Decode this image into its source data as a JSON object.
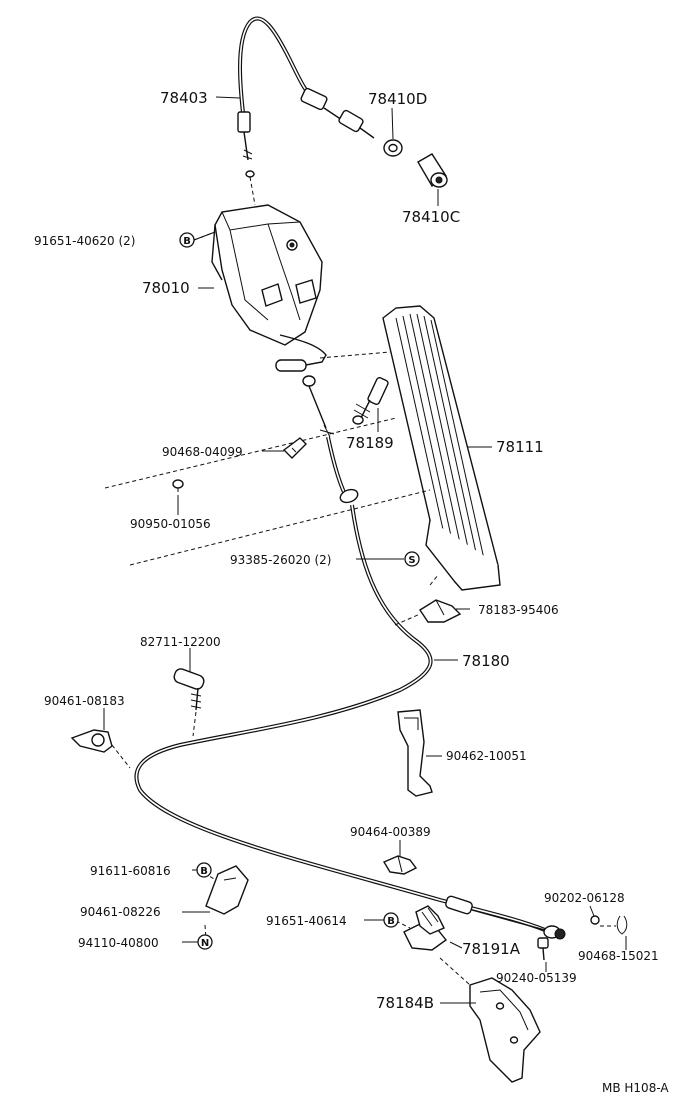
{
  "diagram_id": "MB H108-A",
  "labels": {
    "cable_upper": "78403",
    "cable_grommet_d": "78410D",
    "cable_grommet_c": "78410C",
    "bolt_bracket": "91651-40620 (2)",
    "bracket_pedal": "78010",
    "pin_upper": "78189",
    "lever_pedal": "78111",
    "clip_90468": "90468-04099",
    "clip_90950": "90950-01056",
    "screw_93385": "93385-26020 (2)",
    "clamp_78183": "78183-95406",
    "cable_main": "78180",
    "clamp_82711": "82711-12200",
    "clamp_90461a": "90461-08183",
    "clamp_90462": "90462-10051",
    "clamp_90464": "90464-00389",
    "bolt_91611": "91611-60816",
    "clamp_90461b": "90461-08226",
    "nut_94110": "94110-40800",
    "bolt_91651b": "91651-40614",
    "washer_90202": "90202-06128",
    "bracket_78191": "78191A",
    "pin_90468": "90468-15021",
    "pin_90240": "90240-05139",
    "bracket_78184": "78184B"
  },
  "symbols": {
    "b": "B",
    "s": "S",
    "n": "N"
  }
}
